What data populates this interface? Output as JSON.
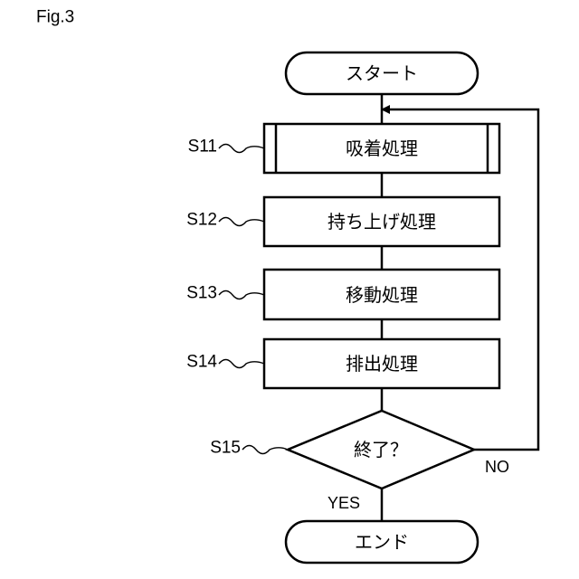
{
  "figure_label": "Fig.3",
  "start": {
    "label": "スタート"
  },
  "steps": [
    {
      "id": "S11",
      "label": "吸着処理"
    },
    {
      "id": "S12",
      "label": "持ち上げ処理"
    },
    {
      "id": "S13",
      "label": "移動処理"
    },
    {
      "id": "S14",
      "label": "排出処理"
    }
  ],
  "decision": {
    "id": "S15",
    "label": "終了？",
    "yes_label": "YES",
    "no_label": "NO"
  },
  "end": {
    "label": "エンド"
  }
}
